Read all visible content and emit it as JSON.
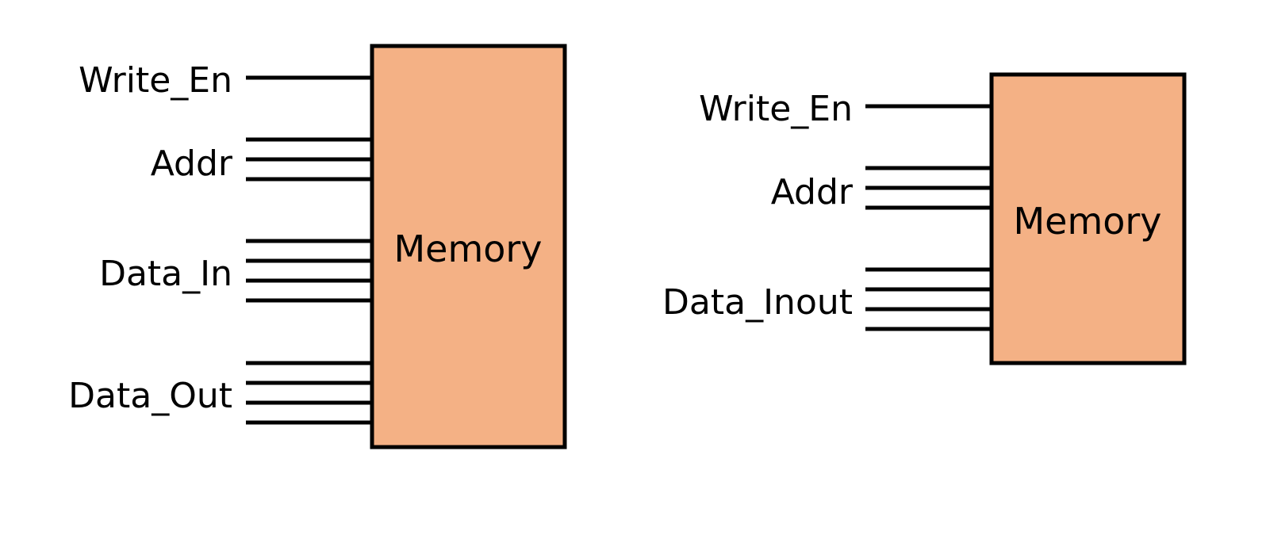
{
  "colors": {
    "memory_fill": "#f4b185",
    "stroke": "#000000",
    "background": "#ffffff"
  },
  "diagrams": [
    {
      "block_label": "Memory",
      "ports": [
        {
          "label": "Write_En",
          "wires": 1
        },
        {
          "label": "Addr",
          "wires": 3
        },
        {
          "label": "Data_In",
          "wires": 4
        },
        {
          "label": "Data_Out",
          "wires": 4
        }
      ]
    },
    {
      "block_label": "Memory",
      "ports": [
        {
          "label": "Write_En",
          "wires": 1
        },
        {
          "label": "Addr",
          "wires": 3
        },
        {
          "label": "Data_Inout",
          "wires": 4
        }
      ]
    }
  ]
}
